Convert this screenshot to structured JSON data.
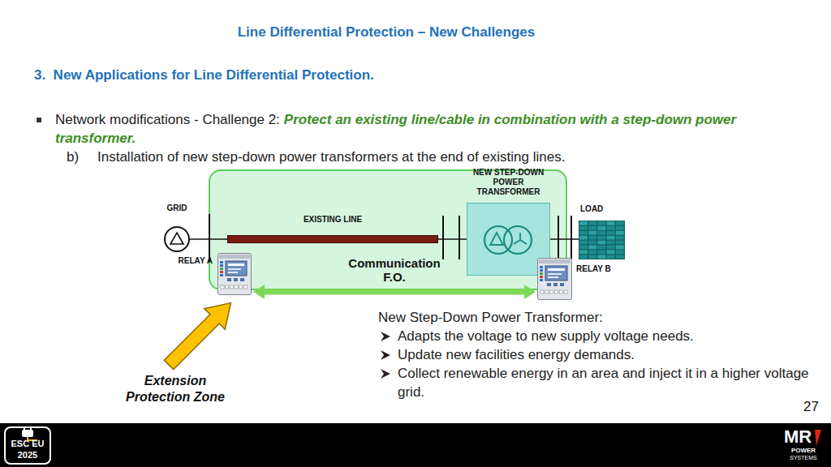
{
  "diagram": {
    "title": "Line Differential Protection – New Challenges",
    "nodes": [
      {
        "text": [
          "GRID"
        ]
      },
      {
        "text": [
          "EXISTING LINE"
        ]
      },
      {
        "text": [
          "NEW STEP-DOWN POWER TRANSFORMER"
        ]
      },
      {
        "text": [
          "LOAD"
        ]
      },
      {
        "text": [
          "RELAY A"
        ]
      },
      {
        "text": [
          "RELAY B"
        ]
      }
    ],
    "edges": [
      {
        "from": 0,
        "to": 1,
        "arrow": "none"
      },
      {
        "from": 1,
        "to": 2,
        "arrow": "none"
      },
      {
        "from": 2,
        "to": 3,
        "arrow": "none"
      },
      {
        "from": 4,
        "to": 5,
        "arrow": "both",
        "label": "Communication F.O."
      }
    ],
    "labels": [
      "3.  New Applications for Line Differential Protection.",
      "Network modifications - Challenge 2:",
      "Protect an existing line/cable in combination with a step-down power transformer.",
      "b)",
      "Installation of new step-down power transformers at the end of existing lines.",
      "Extension Protection Zone",
      "New Step-Down Power Transformer:",
      "Adapts the voltage to new supply voltage needs.",
      "Update new facilities energy demands.",
      "Collect renewable energy in an area and inject it in a higher voltage grid.",
      "27",
      "ESC EU",
      "2025",
      "MR",
      "POWER",
      "SYSTEMS"
    ]
  }
}
